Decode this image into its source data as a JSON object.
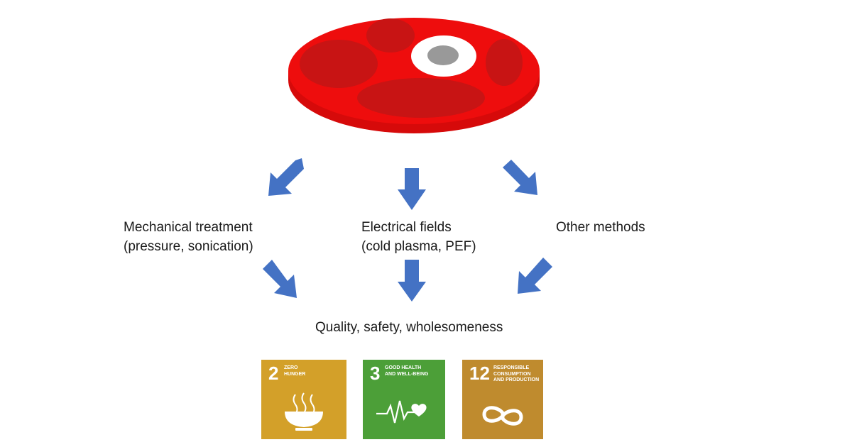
{
  "labels": {
    "mechanical_line1": "Mechanical treatment",
    "mechanical_line2": "(pressure, sonication)",
    "electrical_line1": "Electrical fields",
    "electrical_line2": "(cold plasma, PEF)",
    "other": "Other methods",
    "outcome": "Quality, safety, wholesomeness"
  },
  "sdg": [
    {
      "number": "2",
      "title": "ZERO\nHUNGER",
      "color": "#d3a029",
      "icon": "bowl-icon"
    },
    {
      "number": "3",
      "title": "GOOD HEALTH\nAND WELL-BEING",
      "color": "#4c9f38",
      "icon": "heartbeat-icon"
    },
    {
      "number": "12",
      "title": "RESPONSIBLE\nCONSUMPTION\nAND PRODUCTION",
      "color": "#bf8b2e",
      "icon": "infinity-icon"
    }
  ],
  "colors": {
    "meat": "#ee0d0d",
    "meat_edge": "#d60a0a",
    "muscle": "#c81414",
    "fat": "#ffffff",
    "bone": "#999999",
    "arrow": "#4472c4"
  }
}
